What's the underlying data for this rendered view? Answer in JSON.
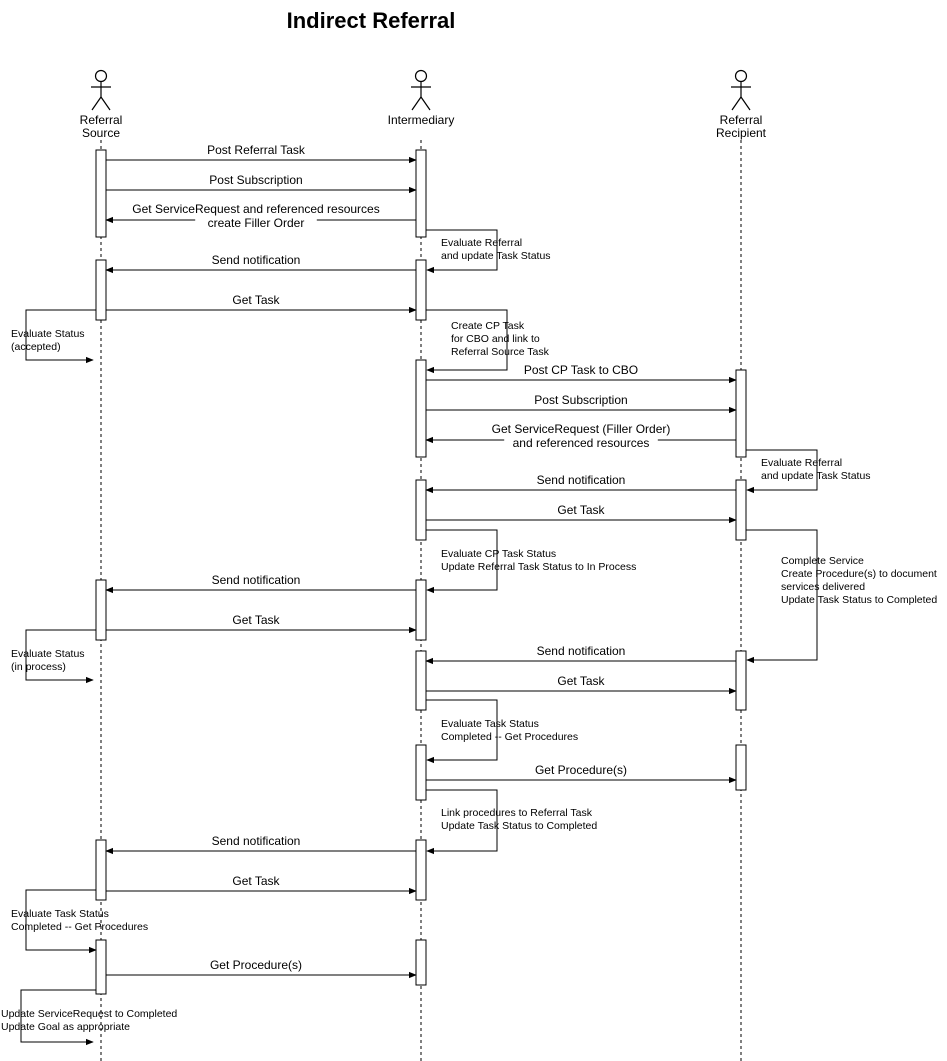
{
  "title": "Indirect Referral",
  "actors": [
    {
      "id": "src",
      "lines": [
        "Referral",
        "Source"
      ]
    },
    {
      "id": "int",
      "lines": [
        "Intermediary"
      ]
    },
    {
      "id": "rec",
      "lines": [
        "Referral",
        "Recipient"
      ]
    }
  ],
  "messages": [
    {
      "from": "src",
      "to": "int",
      "label": [
        "Post Referral Task"
      ]
    },
    {
      "from": "src",
      "to": "int",
      "label": [
        "Post Subscription"
      ]
    },
    {
      "from": "int",
      "to": "src",
      "label": [
        "Get ServiceRequest and referenced resources",
        "create Filler Order"
      ]
    },
    {
      "from": "int",
      "to": "src",
      "label": [
        "Send notification"
      ]
    },
    {
      "from": "src",
      "to": "int",
      "label": [
        "Get Task"
      ]
    },
    {
      "from": "int",
      "to": "rec",
      "label": [
        "Post CP Task to CBO"
      ]
    },
    {
      "from": "int",
      "to": "rec",
      "label": [
        "Post Subscription"
      ]
    },
    {
      "from": "rec",
      "to": "int",
      "label": [
        "Get ServiceRequest (Filler Order)",
        "and referenced resources"
      ]
    },
    {
      "from": "rec",
      "to": "int",
      "label": [
        "Send notification"
      ]
    },
    {
      "from": "int",
      "to": "rec",
      "label": [
        "Get Task"
      ]
    },
    {
      "from": "int",
      "to": "src",
      "label": [
        "Send notification"
      ]
    },
    {
      "from": "src",
      "to": "int",
      "label": [
        "Get Task"
      ]
    },
    {
      "from": "rec",
      "to": "int",
      "label": [
        "Send notification"
      ]
    },
    {
      "from": "int",
      "to": "rec",
      "label": [
        "Get Task"
      ]
    },
    {
      "from": "int",
      "to": "rec",
      "label": [
        "Get Procedure(s)"
      ]
    },
    {
      "from": "int",
      "to": "src",
      "label": [
        "Send notification"
      ]
    },
    {
      "from": "src",
      "to": "int",
      "label": [
        "Get Task"
      ]
    },
    {
      "from": "src",
      "to": "int",
      "label": [
        "Get Procedure(s)"
      ]
    }
  ],
  "notes": [
    {
      "actor": "int",
      "lines": [
        "Evaluate Referral",
        "and update Task Status"
      ]
    },
    {
      "actor": "int",
      "lines": [
        "Create CP Task",
        "for CBO and link to",
        "Referral Source Task"
      ]
    },
    {
      "actor": "src",
      "lines": [
        "Evaluate Status",
        "(accepted)"
      ]
    },
    {
      "actor": "rec",
      "lines": [
        "Evaluate Referral",
        "and update Task Status"
      ]
    },
    {
      "actor": "int",
      "lines": [
        "Evaluate CP Task Status",
        "Update Referral Task Status to In Process"
      ]
    },
    {
      "actor": "rec",
      "lines": [
        "Complete Service",
        "Create Procedure(s) to document",
        "services delivered",
        "Update Task Status to Completed"
      ]
    },
    {
      "actor": "src",
      "lines": [
        "Evaluate Status",
        "(in process)"
      ]
    },
    {
      "actor": "int",
      "lines": [
        "Evaluate Task Status",
        "Completed -- Get Procedures"
      ]
    },
    {
      "actor": "int",
      "lines": [
        "Link procedures to Referral Task",
        "Update Task Status to Completed"
      ]
    },
    {
      "actor": "src",
      "lines": [
        "Evaluate Task Status",
        "Completed -- Get Procedures"
      ]
    },
    {
      "actor": "src",
      "lines": [
        "Update ServiceRequest to Completed",
        "Update Goal as appropriate"
      ]
    }
  ]
}
